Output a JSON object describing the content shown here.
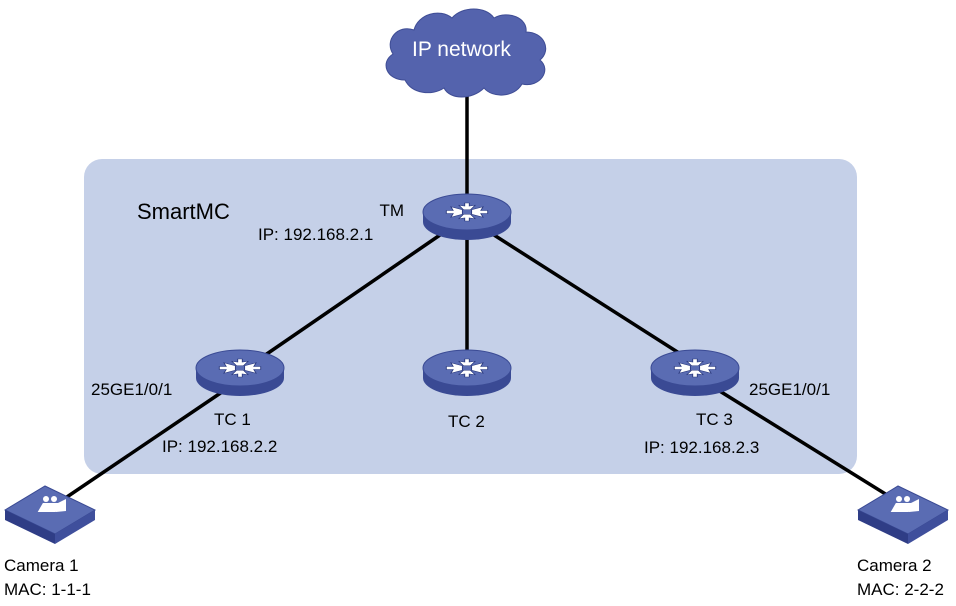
{
  "domain": "SmartMC",
  "cloud": {
    "label": "IP network"
  },
  "devices": {
    "tm": {
      "name": "TM",
      "ip": "IP: 192.168.2.1"
    },
    "tc1": {
      "name": "TC 1",
      "ip": "IP: 192.168.2.2",
      "port": "25GE1/0/1"
    },
    "tc2": {
      "name": "TC 2"
    },
    "tc3": {
      "name": "TC 3",
      "ip": "IP: 192.168.2.3",
      "port": "25GE1/0/1"
    }
  },
  "cameras": {
    "cam1": {
      "name": "Camera 1",
      "mac": "MAC: 1-1-1"
    },
    "cam2": {
      "name": "Camera 2",
      "mac": "MAC: 2-2-2"
    }
  },
  "colors": {
    "domain_fill": "#c5d0e8",
    "device_top": "#5a6cb3",
    "device_side": "#3a4a94",
    "cloud_fill": "#5463ad",
    "link": "#000000"
  }
}
